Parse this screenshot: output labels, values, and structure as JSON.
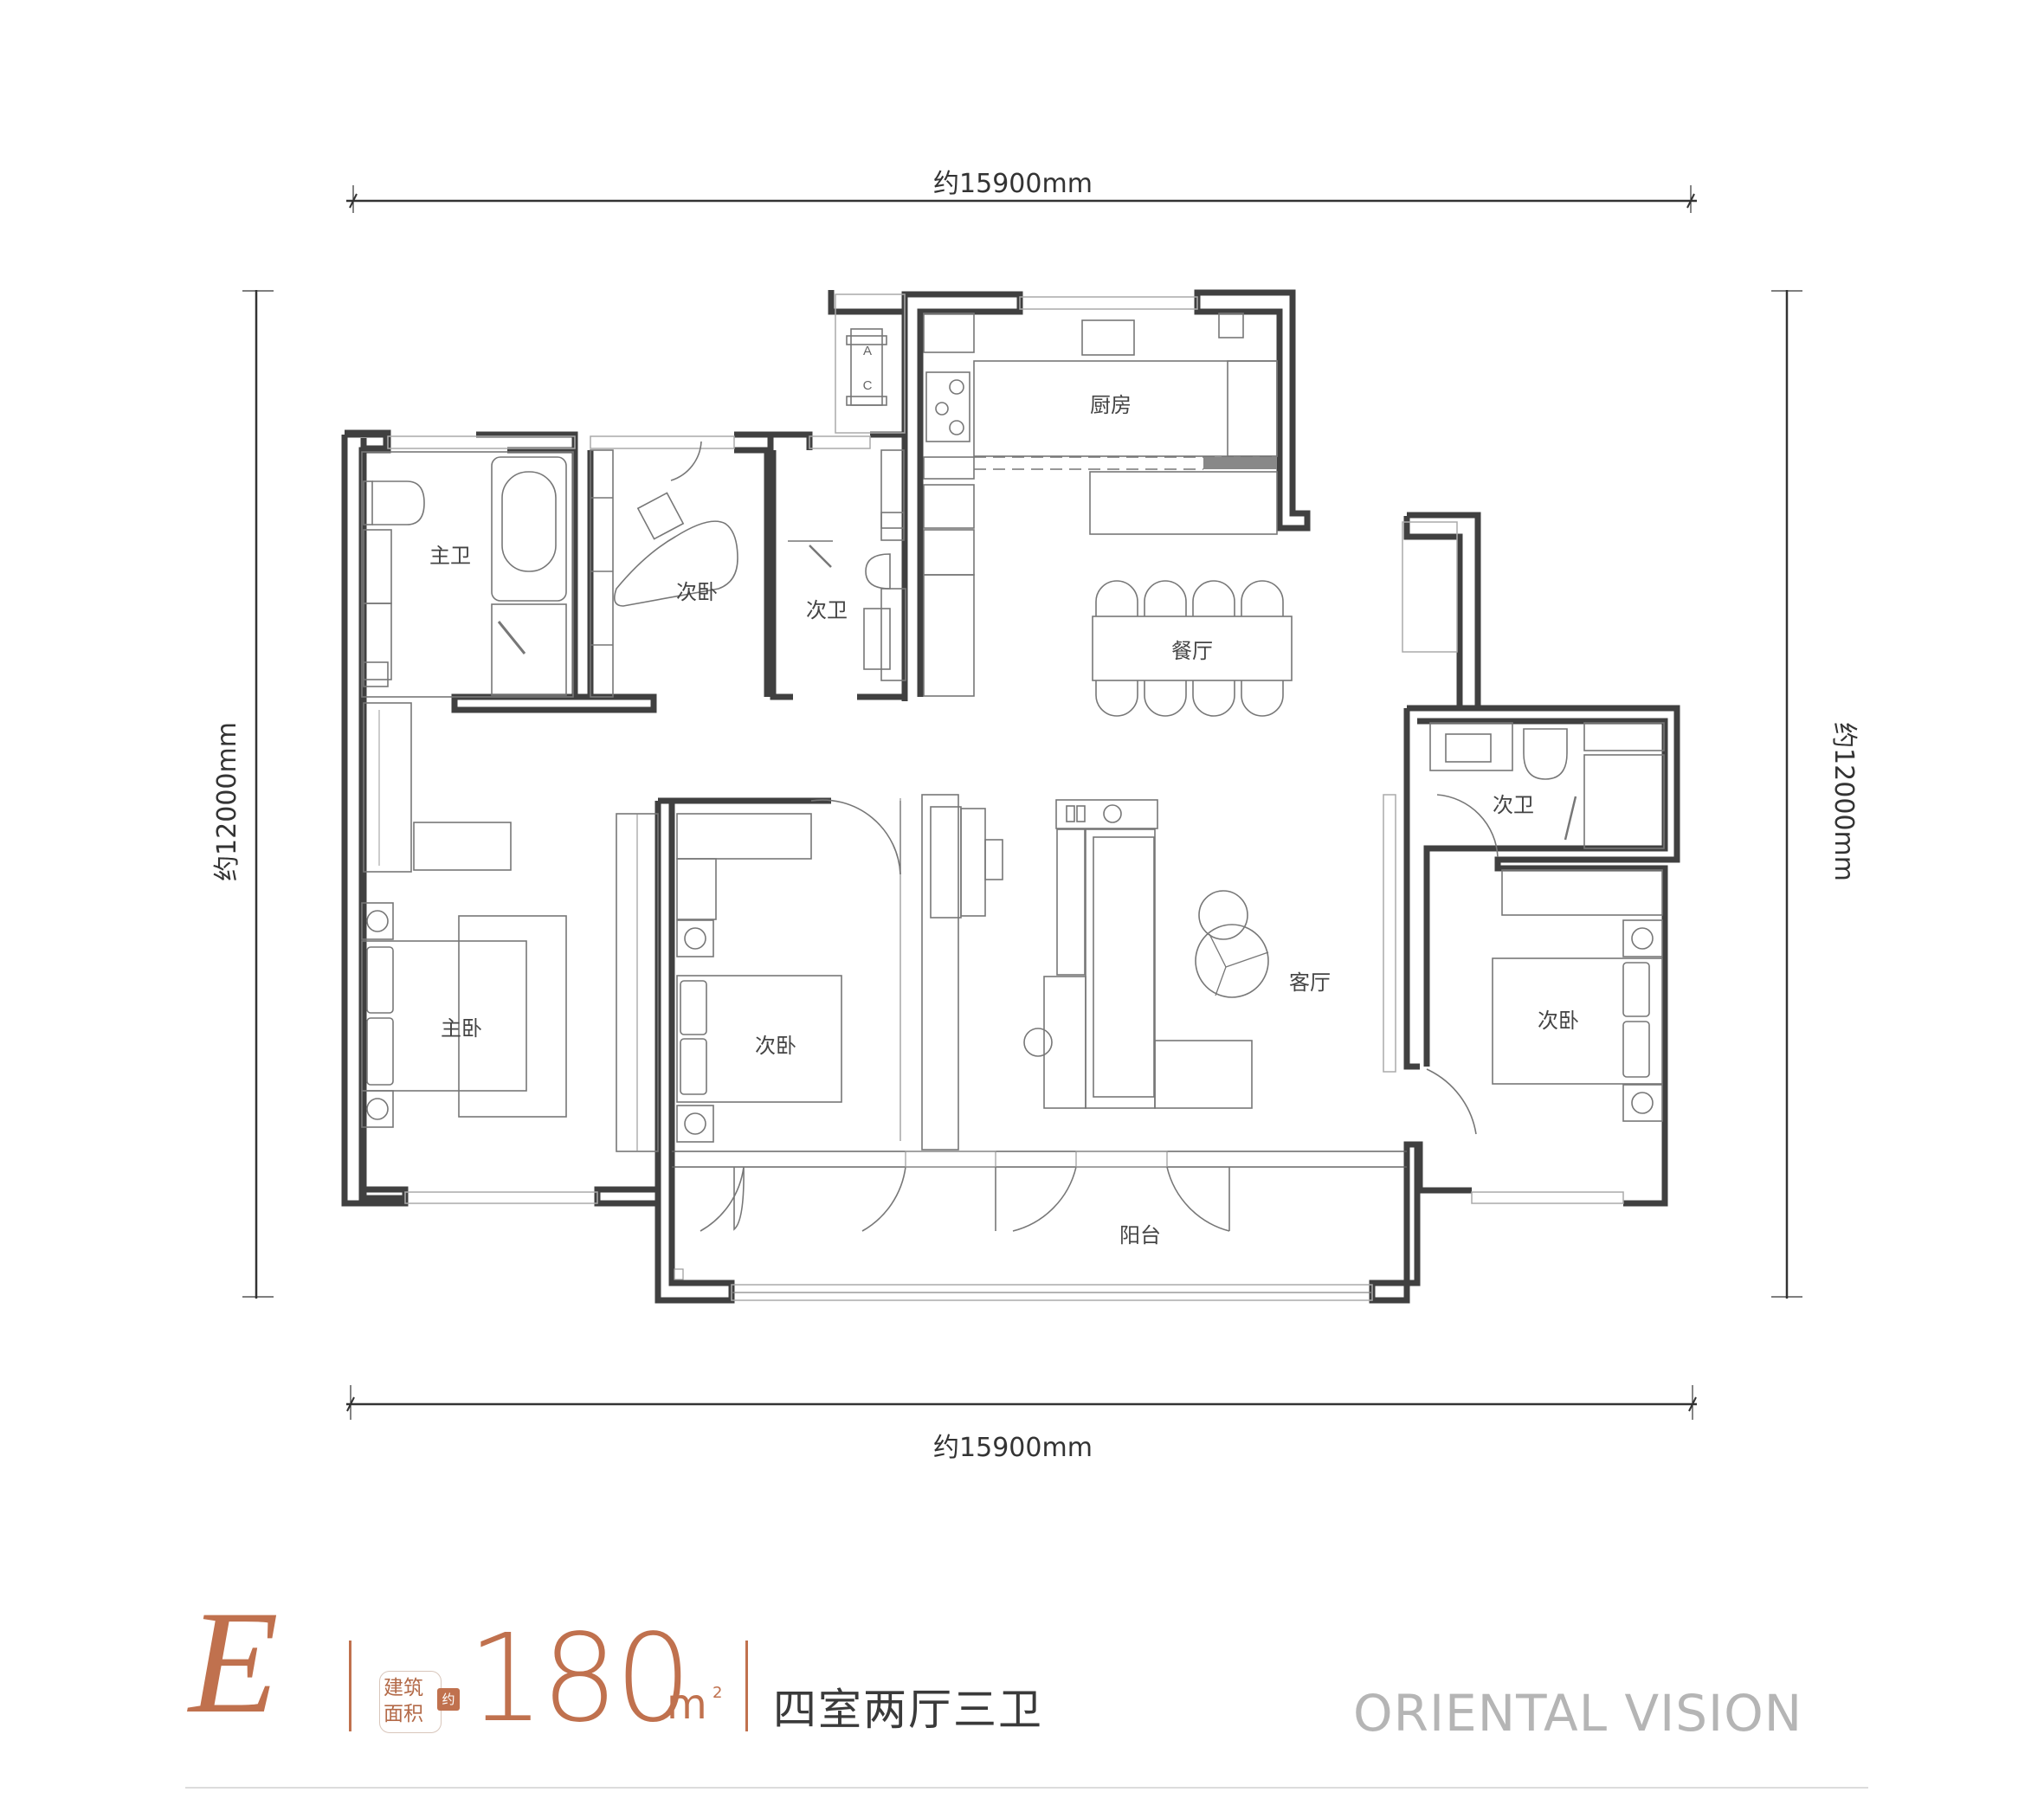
{
  "dimensions": {
    "top": "约15900mm",
    "bottom": "约15900mm",
    "left": "约12000mm",
    "right": "约12000mm"
  },
  "rooms": {
    "master_bath": "主卫",
    "study_bedroom": "次卧",
    "second_bath_center": "次卫",
    "kitchen": "厨房",
    "dining": "餐厅",
    "second_bath_right": "次卫",
    "master_bedroom": "主卧",
    "second_bedroom_center": "次卧",
    "living_room": "客厅",
    "second_bedroom_right": "次卧",
    "balcony": "阳台"
  },
  "fixtures": {
    "ac_unit_letters": [
      "A",
      "C"
    ]
  },
  "footer": {
    "unit_type": "E",
    "area_label_line1": "建筑",
    "area_label_line2": "面积",
    "area_approx": "约",
    "area_value": "180",
    "area_unit": "m",
    "area_unit_sup": "2",
    "layout_desc": "四室两厅三卫",
    "brand": "ORIENTAL VISION"
  },
  "colors": {
    "accent": "#c0714e",
    "wall": "#404040",
    "brand_gray": "#b5b5b5",
    "text_dark": "#3a3a3a"
  }
}
